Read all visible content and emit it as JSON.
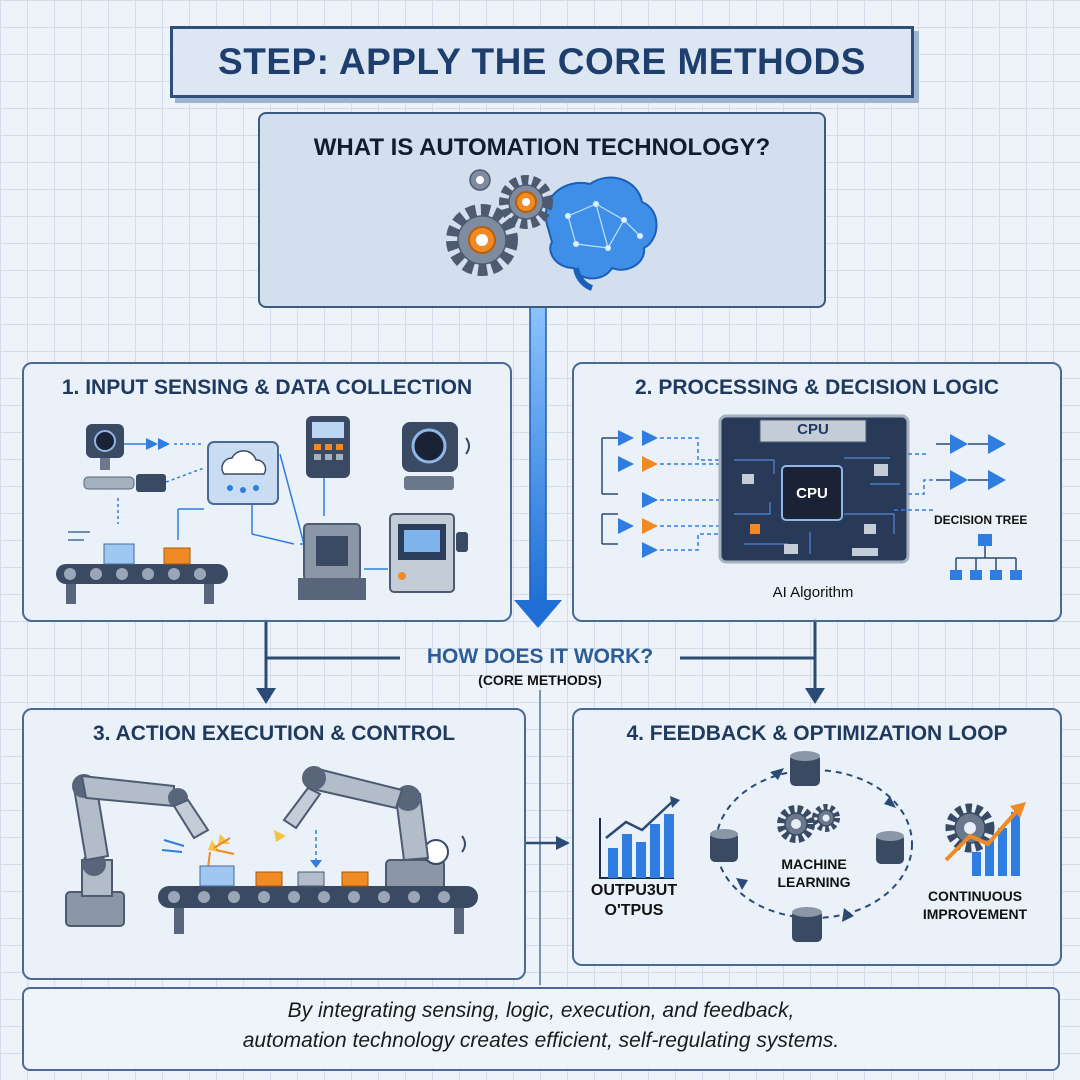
{
  "header": {
    "title": "STEP: APPLY THE CORE METHODS"
  },
  "question": {
    "title": "WHAT IS AUTOMATION TECHNOLOGY?"
  },
  "middle": {
    "label": "HOW DOES IT WORK?",
    "sublabel": "(CORE METHODS)"
  },
  "panels": [
    {
      "title": "1. INPUT SENSING & DATA COLLECTION"
    },
    {
      "title": "2. PROCESSING & DECISION LOGIC",
      "chip_label": "CPU",
      "cpu_label": "CPU",
      "decision_label": "DECISION TREE",
      "algorithm_label": "AI Algorithm"
    },
    {
      "title": "3. ACTION EXECUTION & CONTROL"
    },
    {
      "title": "4. FEEDBACK & OPTIMIZATION LOOP",
      "output_label_1": "OUTPU3UT",
      "output_label_2": "O'TPUS",
      "ml_label_1": "MACHINE",
      "ml_label_2": "LEARNING",
      "ci_label_1": "CONTINUOUS",
      "ci_label_2": "IMPROVEMENT"
    }
  ],
  "footer": {
    "line1": "By integrating sensing, logic, execution, and feedback,",
    "line2": "automation technology creates efficient, self-regulating systems."
  },
  "colors": {
    "navy": "#2f4f78",
    "blue_accent": "#2f7de0",
    "orange_accent": "#f08a24",
    "grey_metal": "#8b97a7",
    "board_dark": "#283a57"
  }
}
